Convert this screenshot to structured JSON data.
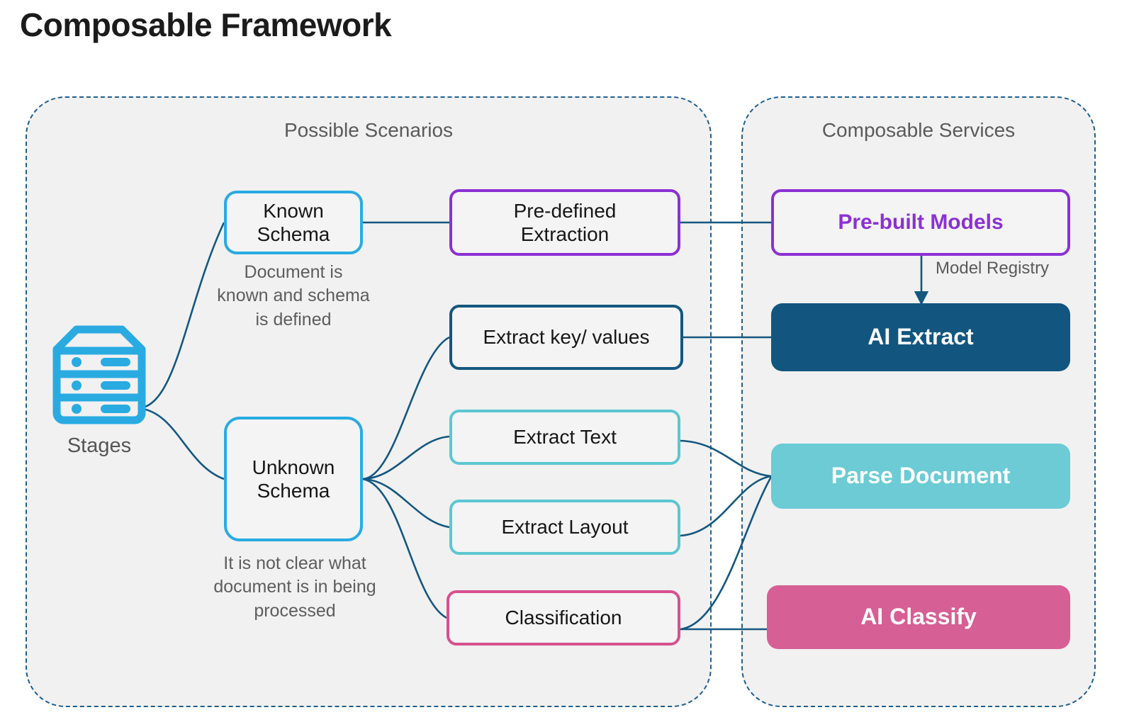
{
  "title": "Composable Framework",
  "panels": {
    "scenarios": {
      "heading": "Possible Scenarios"
    },
    "services": {
      "heading": "Composable Services"
    }
  },
  "source": {
    "label": "Stages",
    "icon": "server-stack-icon"
  },
  "scenarios": {
    "known_schema": {
      "label": "Known\nSchema",
      "caption": "Document is known and schema is defined",
      "color": "#29abe2"
    },
    "unknown_schema": {
      "label": "Unknown\nSchema",
      "caption": "It is not clear what document is in being processed",
      "color": "#29abe2"
    }
  },
  "tasks": [
    {
      "id": "pre-defined-extraction",
      "label": "Pre-defined\nExtraction",
      "color": "#8c30d4"
    },
    {
      "id": "extract-key-values",
      "label": "Extract key/ values",
      "color": "#14577f"
    },
    {
      "id": "extract-text",
      "label": "Extract Text",
      "color": "#5cc7d2"
    },
    {
      "id": "extract-layout",
      "label": "Extract Layout",
      "color": "#5cc7d2"
    },
    {
      "id": "classification",
      "label": "Classification",
      "color": "#d6518e"
    }
  ],
  "services": [
    {
      "id": "pre-built-models",
      "label": "Pre-built Models",
      "style": "outline",
      "color": "#8c30d4"
    },
    {
      "id": "ai-extract",
      "label": "AI Extract",
      "style": "filled",
      "color": "#125680"
    },
    {
      "id": "parse-document",
      "label": "Parse Document",
      "style": "filled",
      "color": "#6ccbd5"
    },
    {
      "id": "ai-classify",
      "label": "AI Classify",
      "style": "filled",
      "color": "#d65f95"
    }
  ],
  "edges": {
    "model_registry_label": "Model Registry"
  },
  "colors": {
    "panel_background": "#f1f1f1",
    "panel_border": "#1f5f8f",
    "connector": "#14577f",
    "caption_text": "#5d5d5d",
    "title_text": "#1b1b1b"
  }
}
